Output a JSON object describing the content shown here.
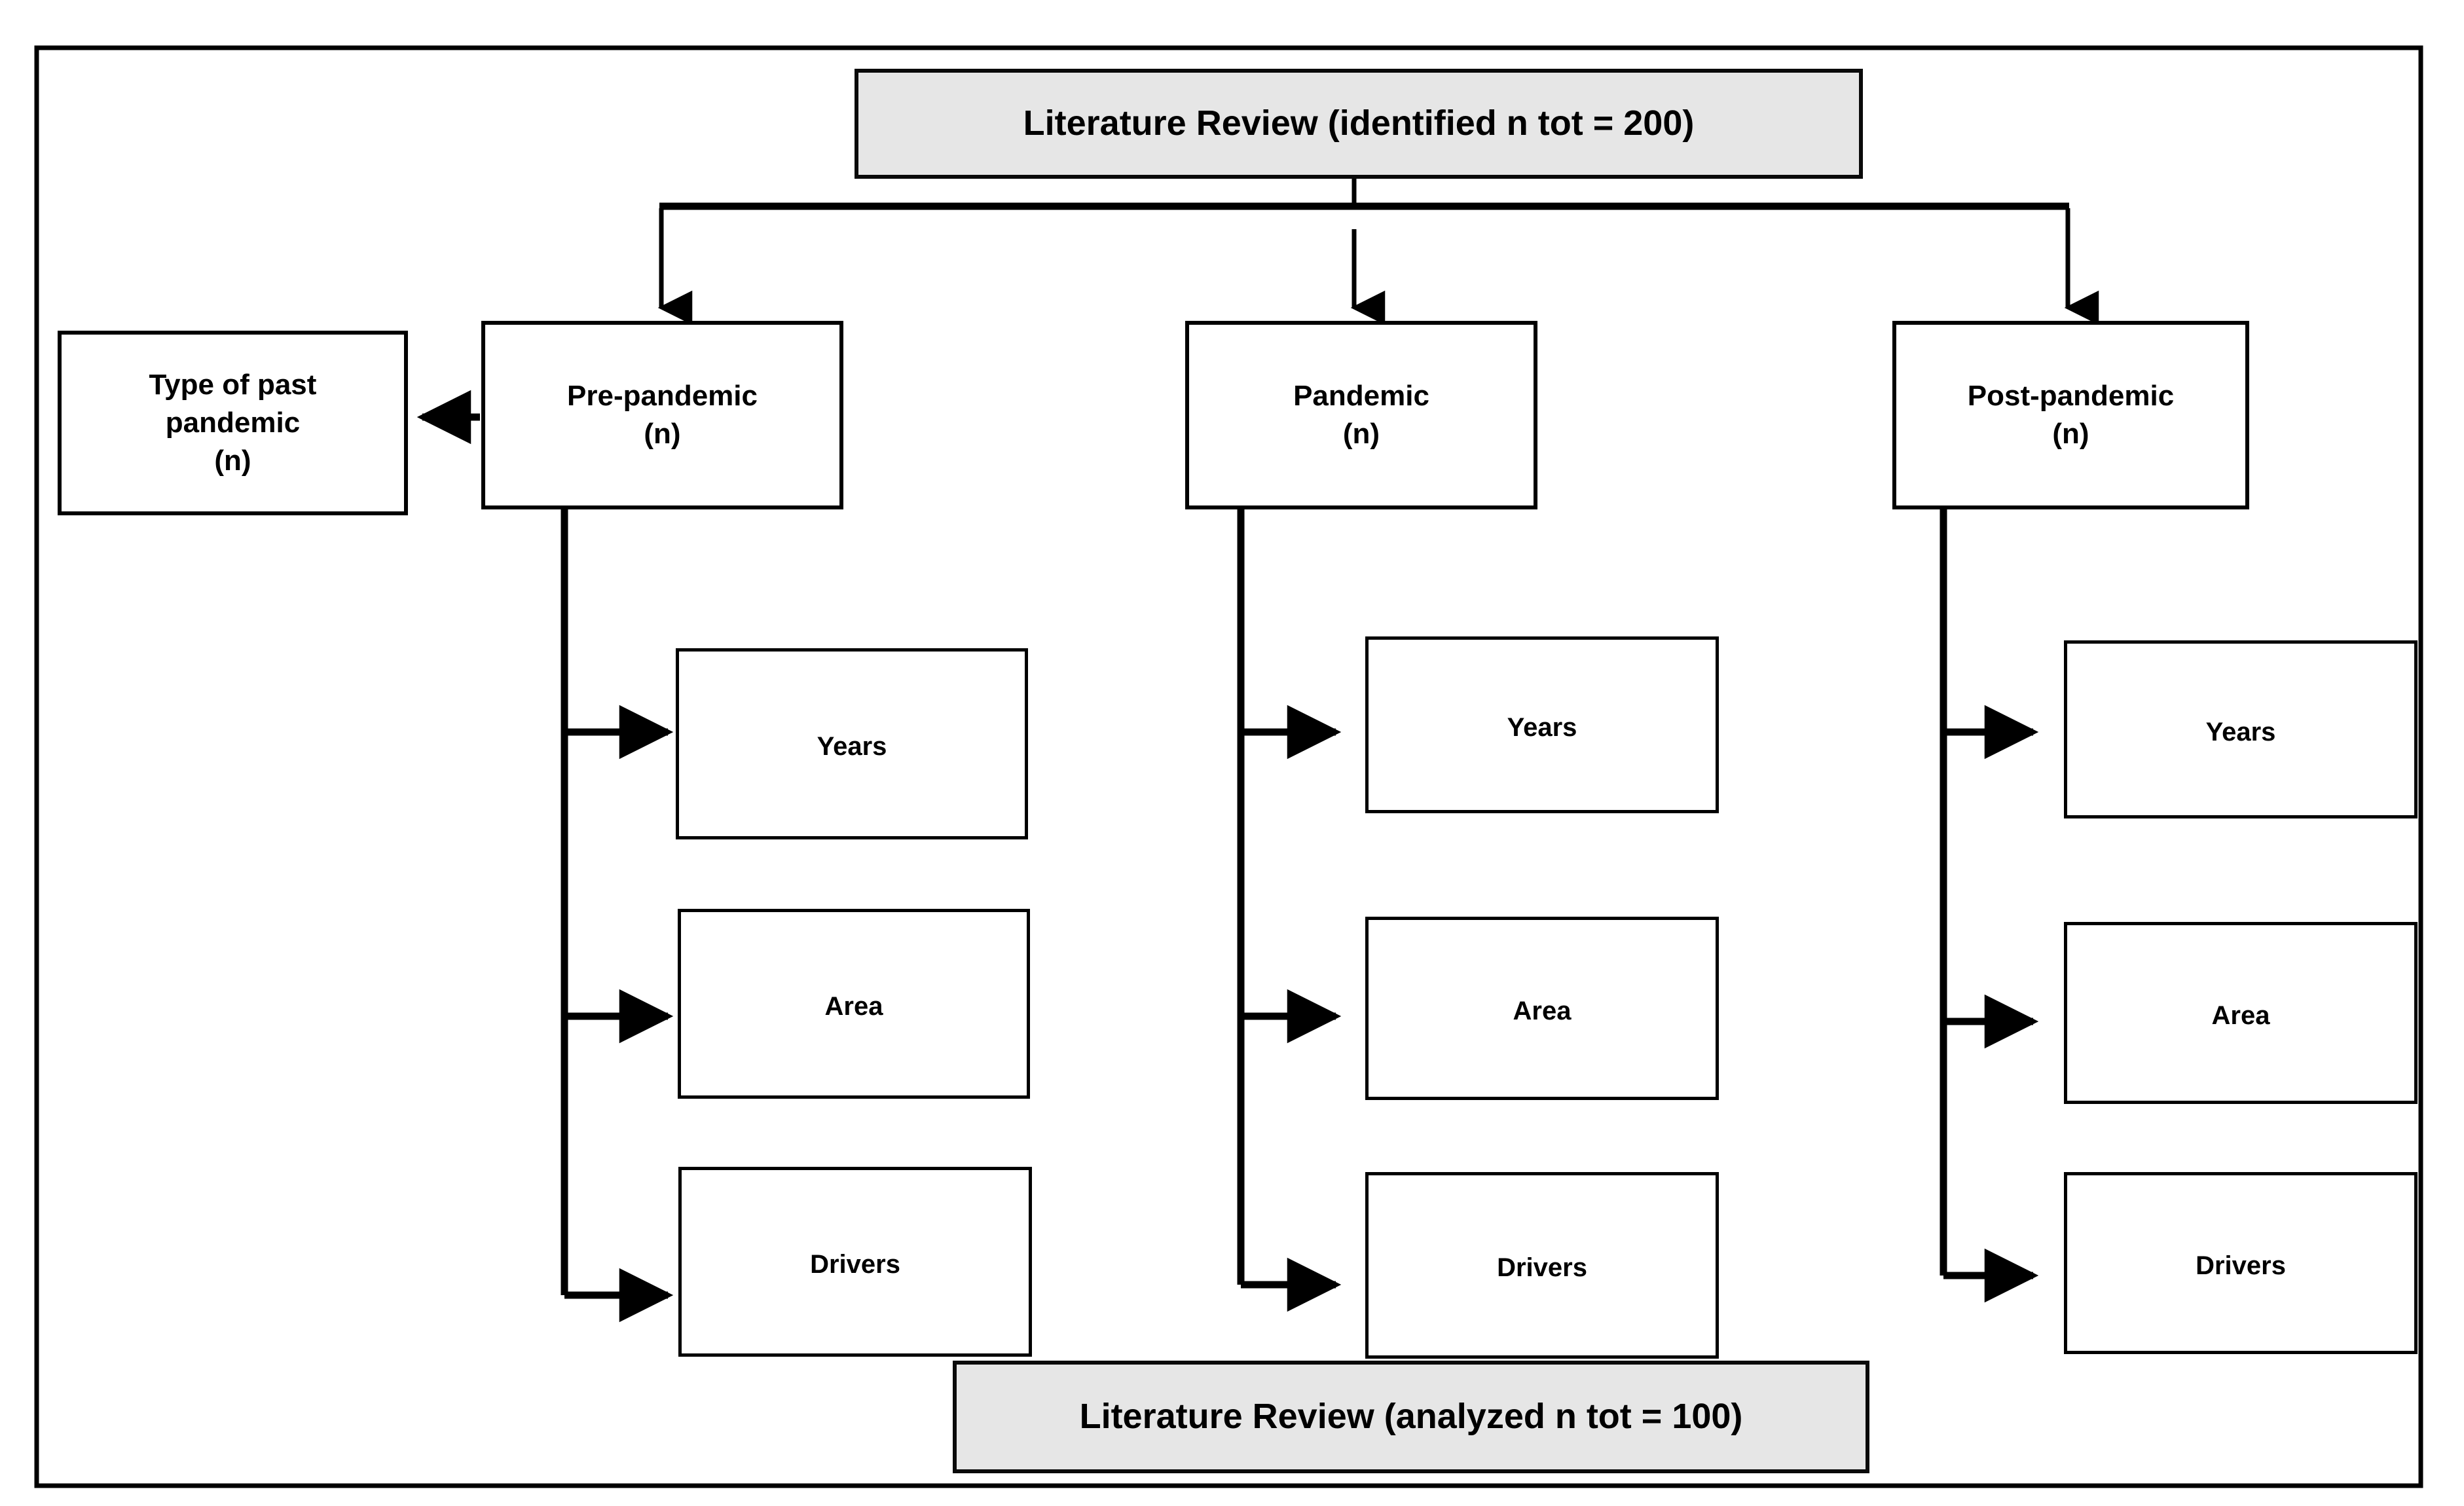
{
  "figure": {
    "type": "flowchart",
    "orientation": "top-down",
    "border_color": "#000000",
    "banner_fill": "#e6e6e6",
    "node_fill": "#ffffff",
    "line_color": "#000000"
  },
  "top_banner": {
    "label": "Literature Review (identified n tot = 200)"
  },
  "bottom_banner": {
    "label": "Literature Review (analyzed n tot = 100)"
  },
  "side_node": {
    "label": "Type of past\npandemic\n(n)"
  },
  "columns": [
    {
      "id": "pre-pandemic",
      "label": "Pre-pandemic\n(n)",
      "facets": [
        {
          "id": "years",
          "label": "Years"
        },
        {
          "id": "area",
          "label": "Area"
        },
        {
          "id": "drivers",
          "label": "Drivers"
        }
      ]
    },
    {
      "id": "pandemic",
      "label": "Pandemic\n(n)",
      "facets": [
        {
          "id": "years",
          "label": "Years"
        },
        {
          "id": "area",
          "label": "Area"
        },
        {
          "id": "drivers",
          "label": "Drivers"
        }
      ]
    },
    {
      "id": "post-pandemic",
      "label": "Post-pandemic\n(n)",
      "facets": [
        {
          "id": "years",
          "label": "Years"
        },
        {
          "id": "area",
          "label": "Area"
        },
        {
          "id": "drivers",
          "label": "Drivers"
        }
      ]
    }
  ]
}
